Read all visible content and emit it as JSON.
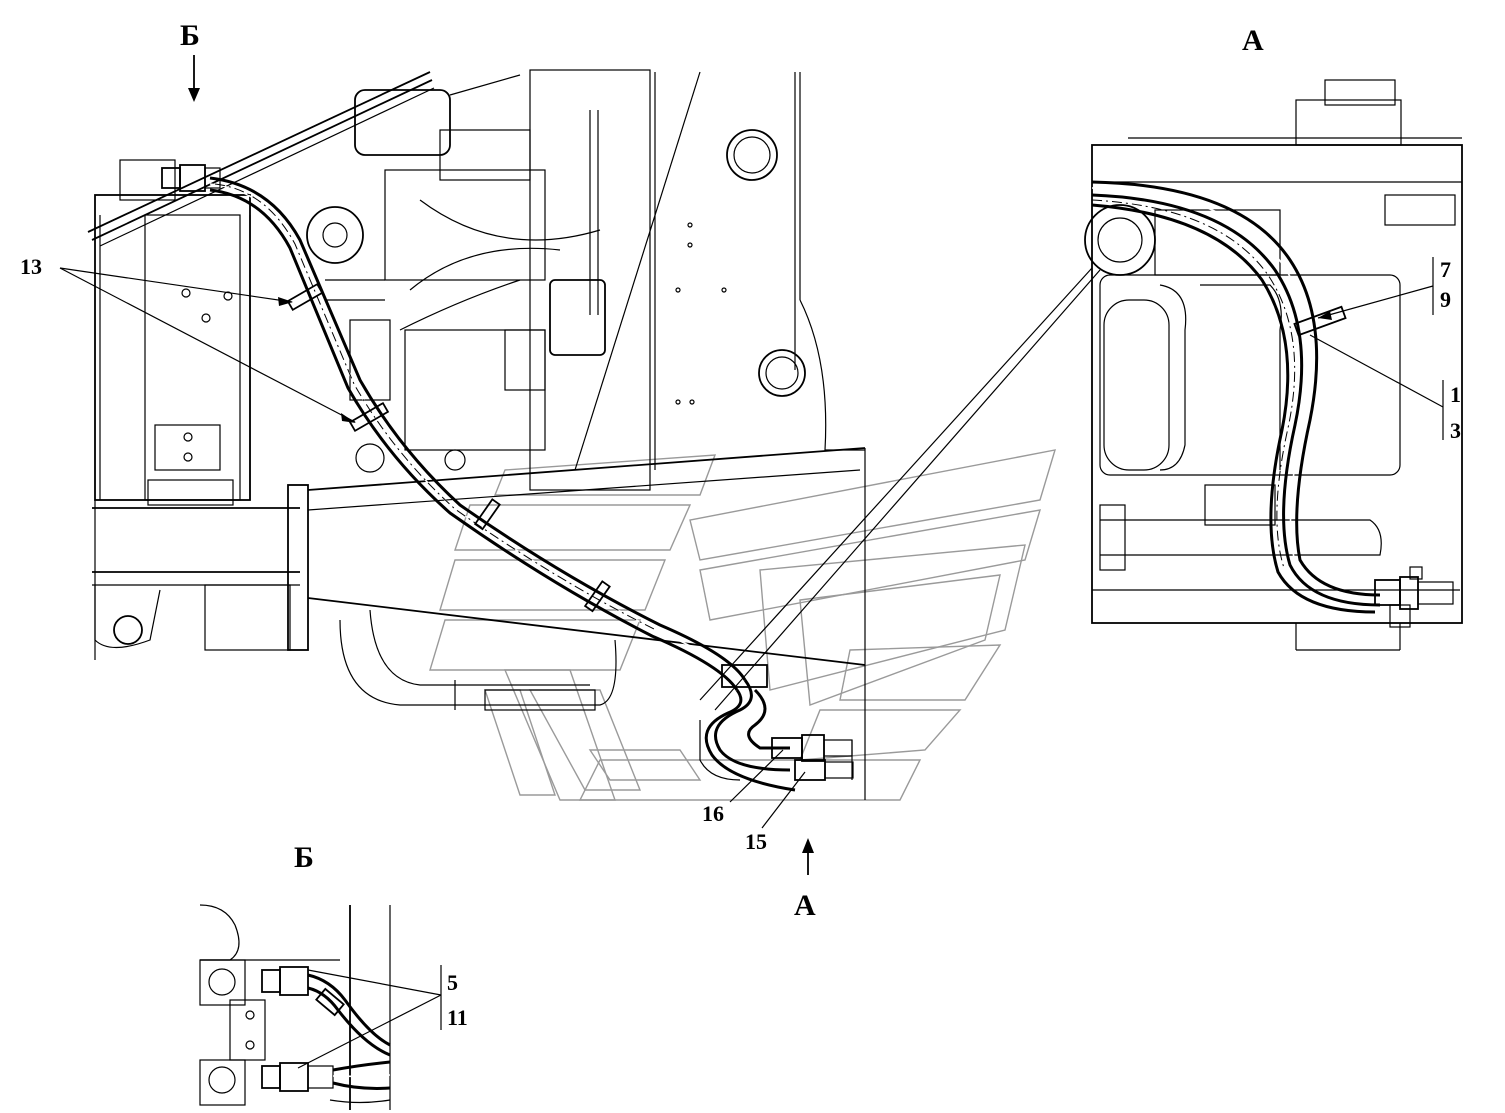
{
  "view_labels": {
    "main_arrow_b": "Б",
    "main_arrow_a": "А",
    "detail_a_title": "А",
    "detail_b_title": "Б"
  },
  "callouts": {
    "c13": "13",
    "c16": "16",
    "c15": "15",
    "c7": "7",
    "c9": "9",
    "c1": "1",
    "c3": "3",
    "c5": "5",
    "c11": "11"
  },
  "colors": {
    "line": "#000000",
    "watermark": "#9a9a9a",
    "background": "#ffffff"
  }
}
